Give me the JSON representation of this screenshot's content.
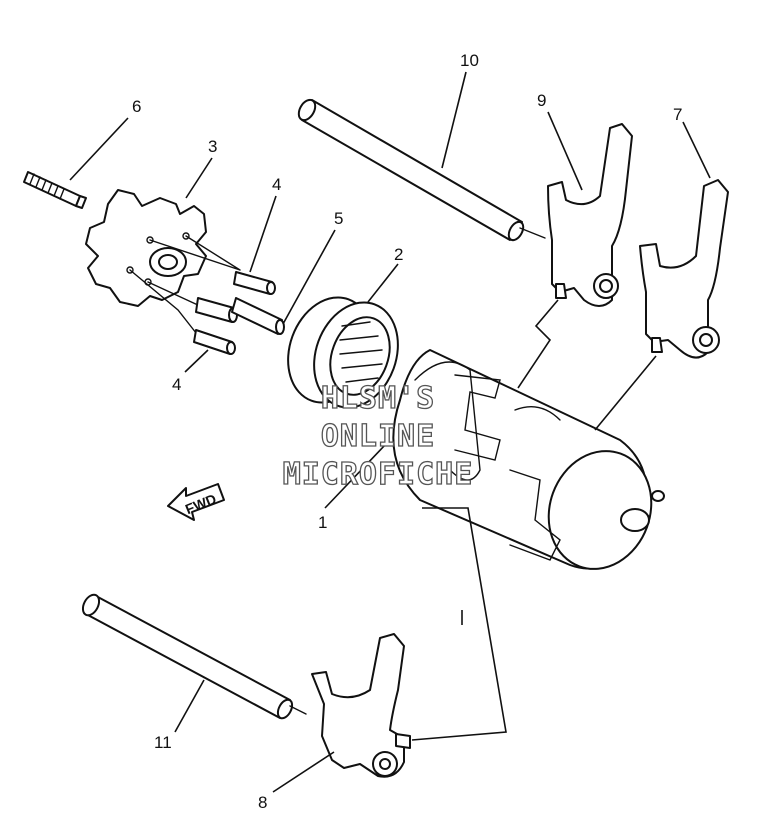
{
  "callouts": {
    "c1": "1",
    "c2": "2",
    "c3": "3",
    "c4a": "4",
    "c4b": "4",
    "c5": "5",
    "c6": "6",
    "c7": "7",
    "c8": "8",
    "c9": "9",
    "c10": "10",
    "c11": "11"
  },
  "direction_label": "FWD",
  "watermark": {
    "line1": "HLSM'S",
    "line2": "ONLINE",
    "line3": "MICROFICHE"
  }
}
